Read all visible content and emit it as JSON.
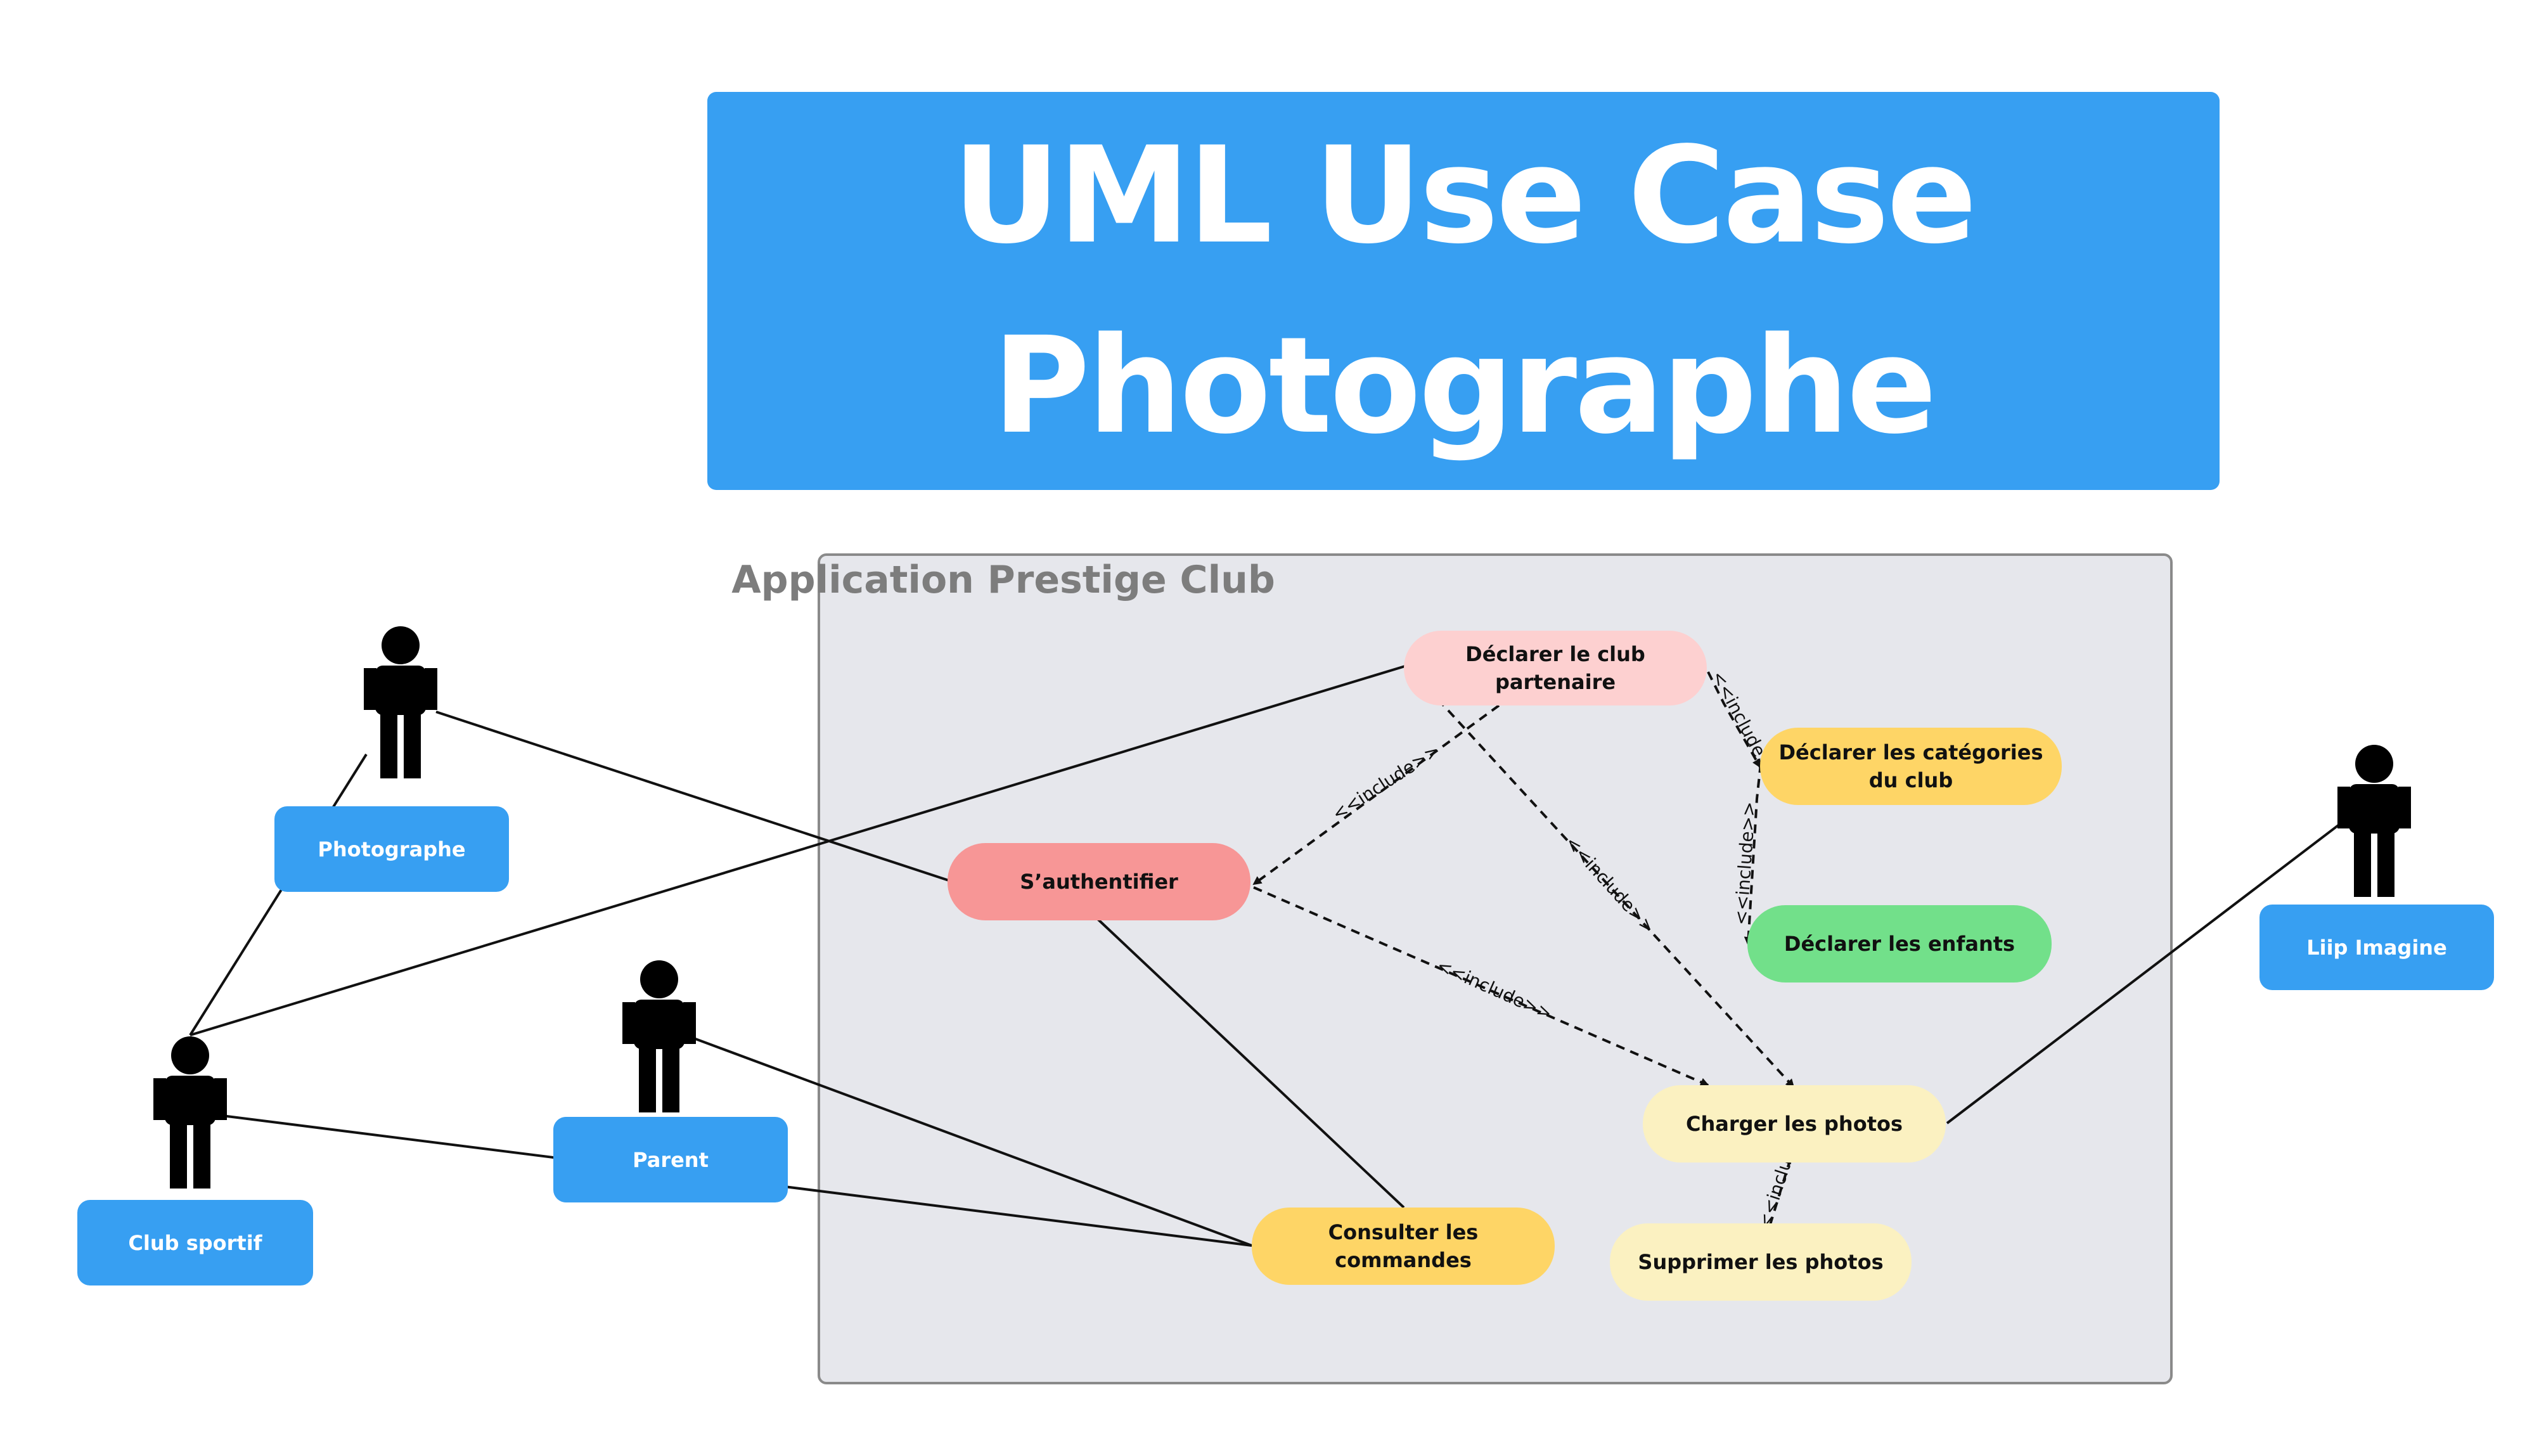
{
  "title": {
    "line1": "UML Use Case",
    "line2": "Photographe"
  },
  "system": {
    "name": "Application Prestige Club"
  },
  "actors": {
    "photographe": "Photographe",
    "club_sportif": "Club sportif",
    "parent": "Parent",
    "liip_imagine": "Liip Imagine"
  },
  "use_cases": {
    "declarer_club": "Déclarer le club partenaire",
    "declarer_categories": "Déclarer les catégories du club",
    "declarer_enfants": "Déclarer les enfants",
    "authentifier": "S’authentifier",
    "charger_photos": "Charger les photos",
    "supprimer_photos": "Supprimer les photos",
    "consulter_commandes": "Consulter les commandes"
  },
  "relation_label": "<<include>>",
  "colors": {
    "title_bg": "#379ff2",
    "actor_label_bg": "#379ff2",
    "system_bg": "#e6e7ec",
    "uc_pink_light": "#fdd0d0",
    "uc_pink": "#f79696",
    "uc_orange": "#fed566",
    "uc_green": "#72e08a",
    "uc_cream": "#fbf1c1"
  }
}
